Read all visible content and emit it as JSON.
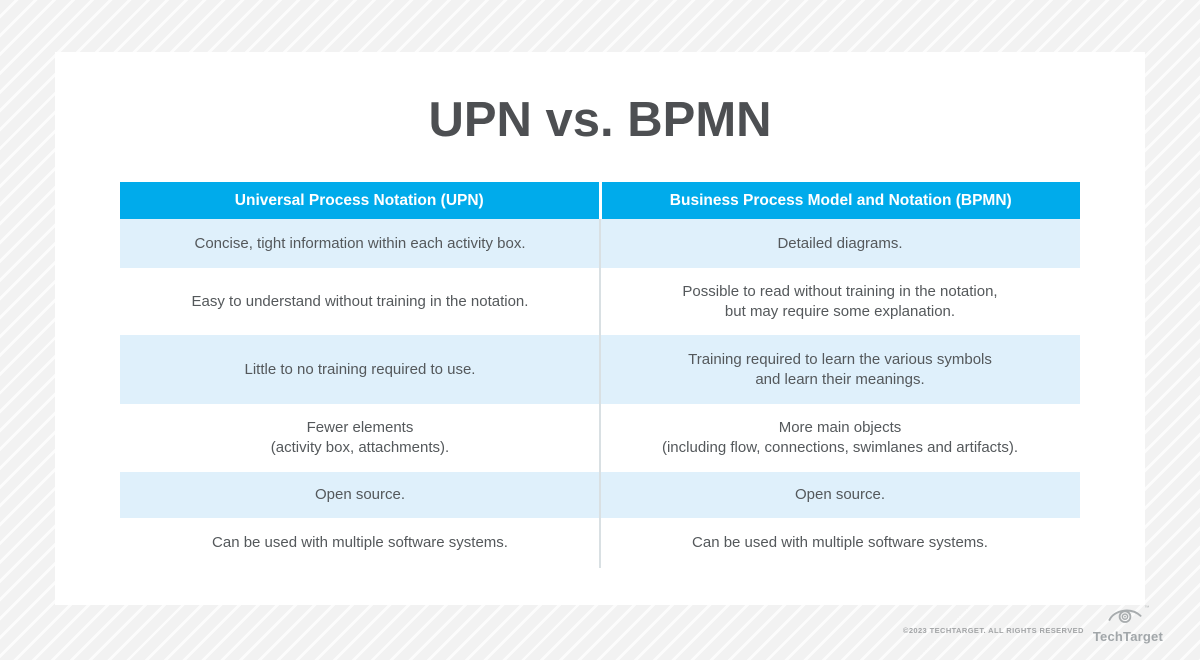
{
  "page": {
    "title": "UPN vs. BPMN"
  },
  "table": {
    "columns": [
      {
        "header": "Universal Process Notation (UPN)"
      },
      {
        "header": "Business Process Model and Notation (BPMN)"
      }
    ],
    "rows": [
      {
        "upn": "Concise, tight information within each activity box.",
        "bpmn": "Detailed diagrams."
      },
      {
        "upn": "Easy to understand without training in the notation.",
        "bpmn": "Possible to read without training in the notation,\nbut may require some explanation."
      },
      {
        "upn": "Little to no training required to use.",
        "bpmn": "Training required to learn the various symbols\nand learn their meanings."
      },
      {
        "upn": "Fewer elements\n(activity box, attachments).",
        "bpmn": "More main objects\n(including flow, connections, swimlanes and artifacts)."
      },
      {
        "upn": "Open source.",
        "bpmn": "Open source."
      },
      {
        "upn": "Can be used with multiple software systems.",
        "bpmn": "Can be used with multiple software systems."
      }
    ]
  },
  "footer": {
    "copyright": "©2023 TECHTARGET. ALL RIGHTS RESERVED",
    "brand": "TechTarget",
    "trademark": "™",
    "logo_icon": "eye-icon"
  },
  "colors": {
    "header_blue": "#00abeb",
    "row_light_blue": "#dff0fb",
    "body_text": "#54585b",
    "title_text": "#4d4f52",
    "logo_gray": "#a2a7aa"
  }
}
